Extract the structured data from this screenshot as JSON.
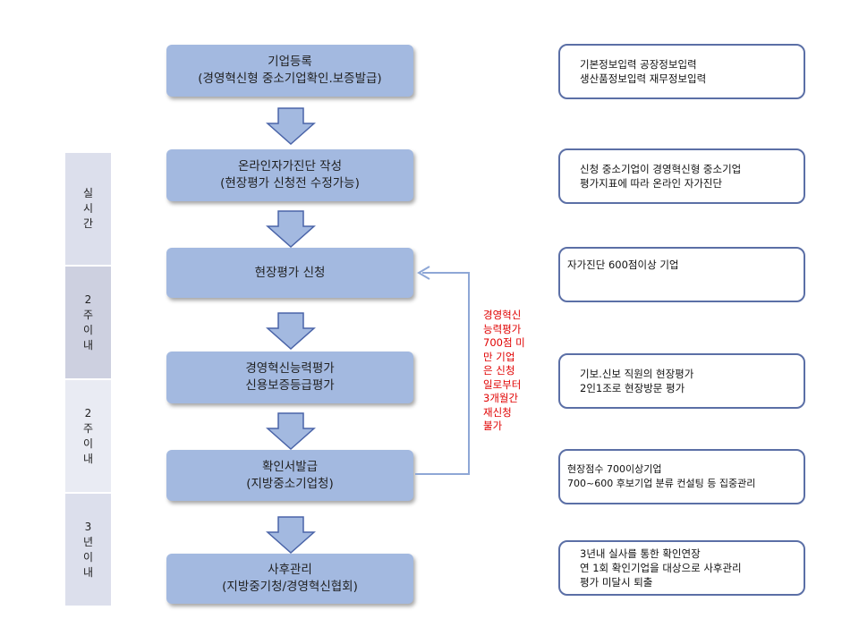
{
  "steps": [
    {
      "lines": [
        "기업등록",
        "(경영혁신형 중소기업확인.보증발급)"
      ]
    },
    {
      "lines": [
        "온라인자가진단 작성",
        "(현장평가 신청전 수정가능)"
      ]
    },
    {
      "lines": [
        "현장평가 신청"
      ]
    },
    {
      "lines": [
        "경영혁신능력평가",
        "신용보증등급평가"
      ]
    },
    {
      "lines": [
        "확인서발급",
        "(지방중소기업청)"
      ]
    },
    {
      "lines": [
        "사후관리",
        "(지방중기청/경영혁신협회)"
      ]
    }
  ],
  "descriptions": [
    {
      "lines": [
        "기본정보입력  공장정보입력",
        "생산품정보입력  재무정보입력"
      ]
    },
    {
      "lines": [
        "신청 중소기업이  경영혁신형  중소기업",
        "평가지표에  따라  온라인  자가진단"
      ]
    },
    {
      "lines": [
        "자가진단  600점이상  기업"
      ]
    },
    {
      "lines": [
        "기보.신보  직원의  현장평가",
        "2인1조로  현장방문  평가"
      ]
    },
    {
      "lines": [
        "현장점수  700이상기업",
        "700~600  후보기업  분류  컨설팅  등  집중관리"
      ]
    },
    {
      "lines": [
        "3년내  실사를  통한  확인연장",
        "연  1회  확인기업을  대상으로  사후관리",
        "평가  미달시  퇴출"
      ]
    }
  ],
  "timeline": [
    {
      "lines": [
        "실",
        "시",
        "간"
      ],
      "color": "#dcdfec"
    },
    {
      "lines": [
        "2",
        "주",
        "이",
        "내"
      ],
      "color": "#cdd0e0"
    },
    {
      "lines": [
        "2",
        "주",
        "이",
        "내"
      ],
      "color": "#e9ebf3"
    },
    {
      "lines": [
        "3",
        "년",
        "이",
        "내"
      ],
      "color": "#dcdfec"
    }
  ],
  "feedback_note": {
    "lines": [
      "경영혁신",
      "능력평가",
      "700점  미",
      "만  기업",
      "은  신청",
      "일로부터",
      "3개월간",
      "재신청",
      "불가"
    ],
    "color": "#e00000"
  },
  "colors": {
    "step_fill": "#a3b9e0",
    "desc_border": "#5b6fa6",
    "arrow_fill": "#a3b9e0",
    "arrow_stroke": "#4a64a8",
    "feedback_line": "#8ea7d6"
  }
}
